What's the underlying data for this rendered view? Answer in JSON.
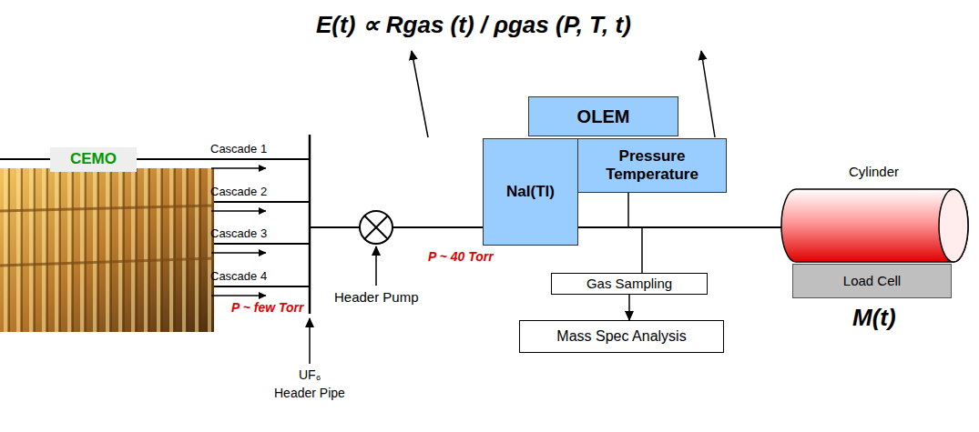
{
  "diagram": {
    "title": "E(t) ∝ Rgas (t) / ρgas (P, T, t)",
    "nodes": [
      {
        "text": [
          "CEMO"
        ]
      },
      {
        "text": [
          "OLEM"
        ]
      },
      {
        "text": [
          "NaI(Tl)"
        ]
      },
      {
        "text": [
          "Pressure Temperature"
        ]
      },
      {
        "text": [
          "Gas Sampling"
        ]
      },
      {
        "text": [
          "Mass Spec Analysis"
        ]
      },
      {
        "text": [
          "Cylinder"
        ]
      },
      {
        "text": [
          "Load Cell"
        ]
      }
    ],
    "edges": [
      {
        "from": 4,
        "to": 5,
        "arrow": "to"
      }
    ],
    "labels": [
      "Cascade 1",
      "Cascade 2",
      "Cascade 3",
      "Cascade 4",
      "P ~ few Torr",
      "UF₆",
      "Header Pipe",
      "Header Pump",
      "P ~ 40 Torr",
      "M(t)"
    ]
  }
}
